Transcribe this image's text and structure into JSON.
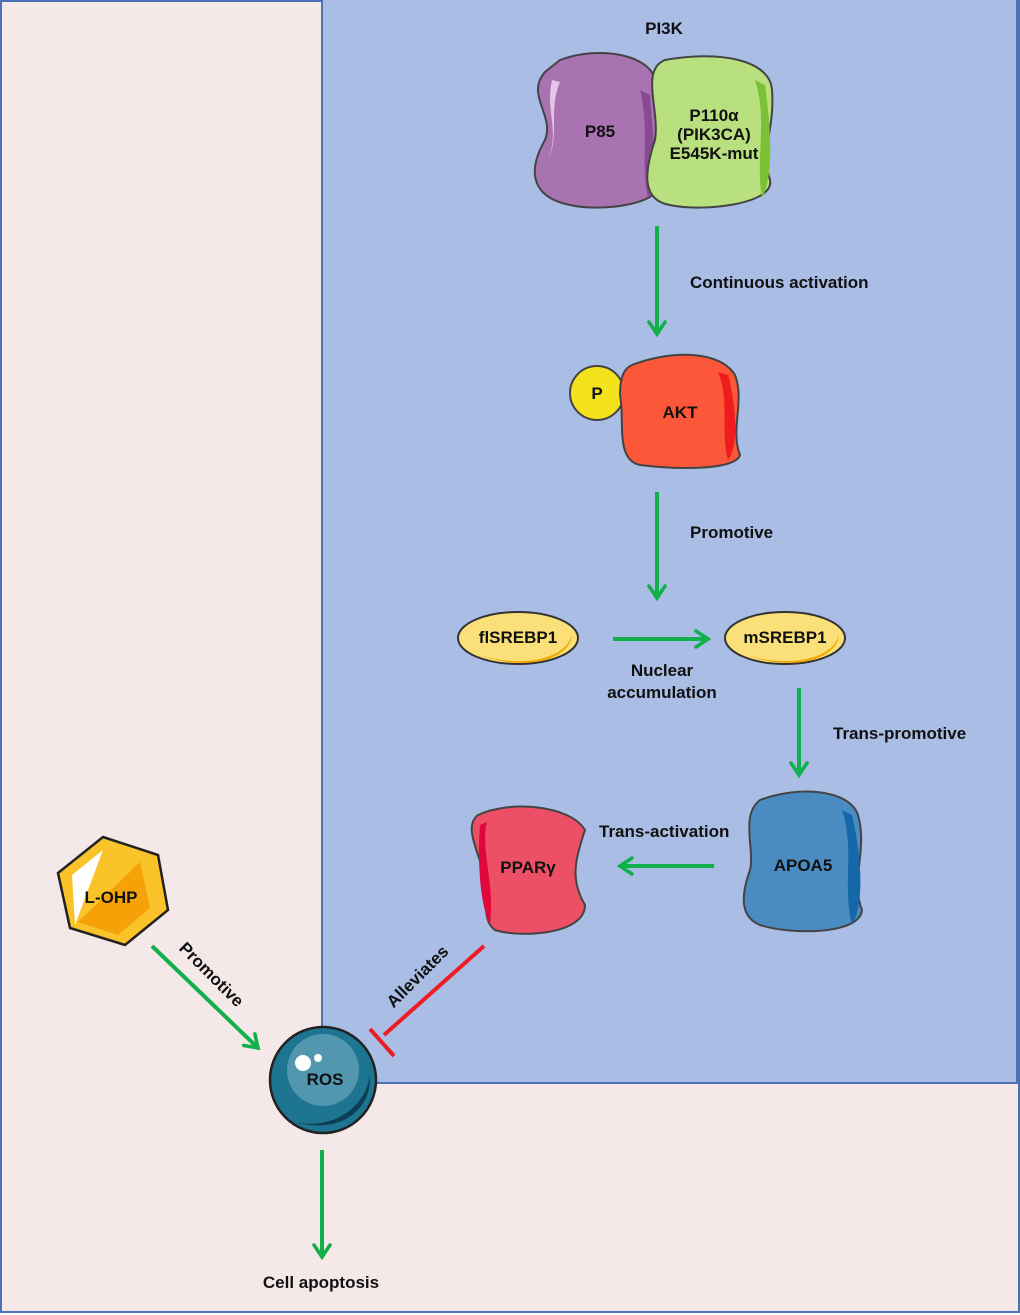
{
  "regions": {
    "cytoplasm_color": "#f4e9e8",
    "cell_box_color": "#a9bde5",
    "border_color": "#4a72b4"
  },
  "colors": {
    "activation_arrow": "#12b04a",
    "inhibition_arrow": "#ee1c24"
  },
  "nodes": {
    "pi3k_title": "PI3K",
    "p85": "P85",
    "p110_line1": "P110α",
    "p110_line2": "(PIK3CA)",
    "p110_line3": "E545K-mut",
    "phospho": "P",
    "akt": "AKT",
    "flsrebp1": "flSREBP1",
    "msrebp1": "mSREBP1",
    "apoa5": "APOA5",
    "ppary": "PPARγ",
    "lohp": "L-OHP",
    "ros": "ROS",
    "apoptosis": "Cell apoptosis"
  },
  "edges": {
    "pi3k_akt": "Continuous activation",
    "akt_srebp": "Promotive",
    "nuclear_line1": "Nuclear",
    "nuclear_line2": "accumulation",
    "srebp_apoa5": "Trans-promotive",
    "apoa5_ppar": "Trans-activation",
    "ppar_ros": "Alleviates",
    "lohp_ros": "Promotive"
  }
}
